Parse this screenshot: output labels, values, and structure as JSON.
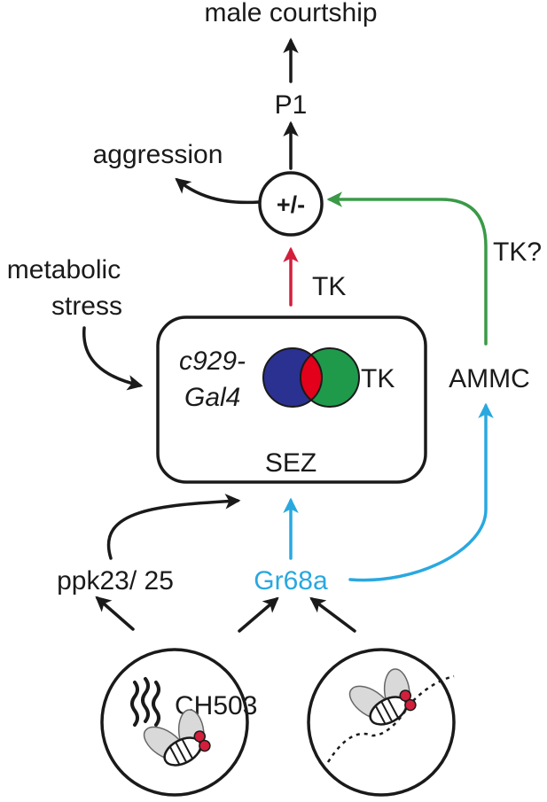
{
  "colors": {
    "black": "#1a1a1a",
    "red": "#d21f3c",
    "green": "#3a9a47",
    "blue": "#29a8e0",
    "venn_blue": "#2a3190",
    "venn_green": "#1f9a4a",
    "venn_overlap": "#e2001a"
  },
  "nodes": {
    "male_courtship": "male courtship",
    "p1": "P1",
    "aggression": "aggression",
    "integrator": "+/-",
    "metabolic_line1": "metabolic",
    "metabolic_line2": "stress",
    "tk_red": "TK",
    "tk_question": "TK?",
    "c929_line1": "c929-",
    "c929_line2": "Gal4",
    "tk_venn": "TK",
    "sez": "SEZ",
    "ammc": "AMMC",
    "ppk": "ppk23/ 25",
    "gr68a": "Gr68a",
    "ch503": "CH503"
  },
  "icons": {
    "venn": "venn-diagram-icon",
    "odor": "odor-waves-icon",
    "fly_left": "fly-icon",
    "fly_right": "walking-fly-icon"
  }
}
